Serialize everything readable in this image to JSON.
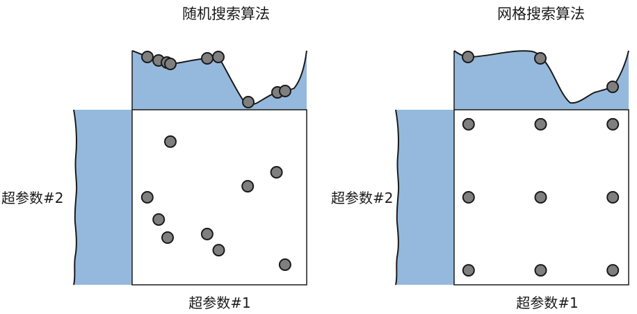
{
  "panels": [
    {
      "id": "random",
      "title": "随机搜索算法",
      "xlabel": "超参数#1",
      "ylabel": "超参数#2",
      "points": [
        [
          0.219,
          0.818
        ],
        [
          0.087,
          0.5
        ],
        [
          0.152,
          0.373
        ],
        [
          0.203,
          0.27
        ],
        [
          0.43,
          0.29
        ],
        [
          0.496,
          0.198
        ],
        [
          0.662,
          0.563
        ],
        [
          0.827,
          0.643
        ],
        [
          0.876,
          0.115
        ]
      ]
    },
    {
      "id": "grid",
      "title": "网格搜索算法",
      "xlabel": "超参数#1",
      "ylabel": "超参数#2",
      "points": [
        [
          0.083,
          0.917
        ],
        [
          0.496,
          0.917
        ],
        [
          0.909,
          0.917
        ],
        [
          0.083,
          0.5
        ],
        [
          0.496,
          0.5
        ],
        [
          0.909,
          0.5
        ],
        [
          0.083,
          0.083
        ],
        [
          0.496,
          0.083
        ],
        [
          0.909,
          0.083
        ]
      ]
    }
  ],
  "colors": {
    "distribution_fill": "#95b9dc",
    "point_fill": "#7f7f7f",
    "point_stroke": "#1a1a1a",
    "outline": "#1a1a1a"
  }
}
